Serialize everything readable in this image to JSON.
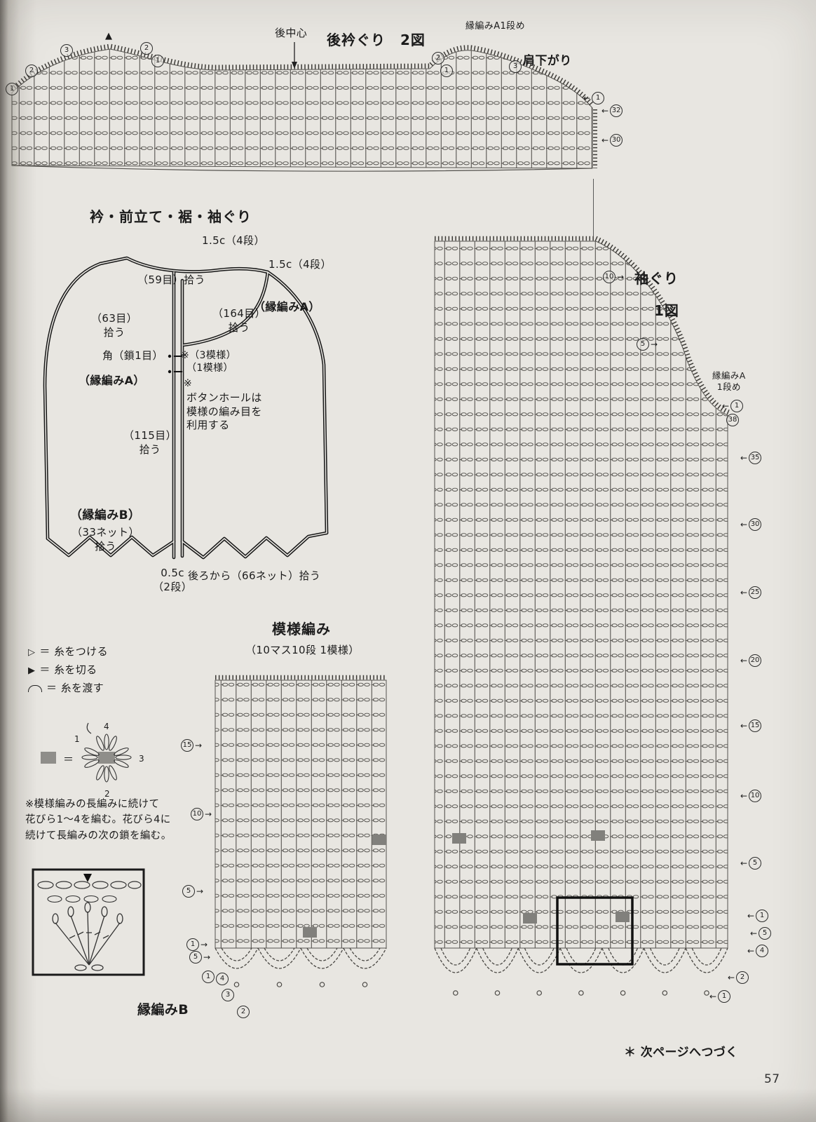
{
  "symbols": {
    "triangle": "▲",
    "arrow_left": "←",
    "arrow_right": "→",
    "attach": "▷",
    "cut": "▶"
  },
  "page": {
    "number": "57",
    "continue_note": "＊ 次ページへつづく"
  },
  "legend": {
    "attach_text": "＝ 糸をつける",
    "cut_text": "＝ 糸を切る",
    "carry_text": "＝ 糸を渡す"
  },
  "top_chart": {
    "center_label": "後中心",
    "title": "後衿ぐり　2図",
    "edge_label": "縁編みA1段め",
    "shoulder_label": "肩下がり",
    "marks": {
      "l1": "1",
      "l2": "2",
      "l3": "3",
      "ml1": "2",
      "ml2": "1",
      "mr1": "2",
      "mr2": "1",
      "sh": "3",
      "r1": "1",
      "r32": "32",
      "r30": "30"
    }
  },
  "schematic": {
    "title": "衿・前立て・裾・袖ぐり",
    "band_left": "1.5c（4段）",
    "band_right": "1.5c（4段）",
    "pick59": "（59目）拾う",
    "pick63a": "（63目）",
    "pick63b": "拾う",
    "pick164a": "（164目）",
    "pick164b": "拾う",
    "edge_a_right": "（縁編みA）",
    "edge_a_left": "（縁編みA）",
    "corner": "角（鎖1目）",
    "pat3": "※（3模様）",
    "pat1": "（1模様）",
    "kome": "※",
    "btn1": "ボタンホールは",
    "btn2": "模様の編み目を",
    "btn3": "利用する",
    "pick115a": "（115目）",
    "pick115b": "拾う",
    "edge_b": "（縁編みB）",
    "net33a": "（33ネット）",
    "net33b": "拾う",
    "hem1": "0.5c",
    "hem2": "（2段）",
    "back_pick": "後ろから（66ネット）拾う"
  },
  "right_chart": {
    "armhole": "袖ぐり",
    "figure": "1図",
    "edge1": "縁編みA",
    "edge2": "1段め",
    "t10": "10",
    "t5": "5",
    "r1": "1",
    "r38": "38",
    "rows": [
      "35",
      "30",
      "25",
      "20",
      "15",
      "10",
      "5"
    ],
    "b1": "1",
    "b2": "5",
    "b3": "4",
    "b4": "2",
    "b5": "1"
  },
  "swatch": {
    "title": "模様編み",
    "subtitle": "（10マス10段 1模様）",
    "r15": "15",
    "r10": "10",
    "r5": "5",
    "r1": "1",
    "r5b": "5",
    "b1": "1",
    "b4": "4",
    "b3": "3",
    "b2": "2"
  },
  "motif": {
    "eq": "＝",
    "n1": "1",
    "n2": "2",
    "n3": "3",
    "n4": "4",
    "note1": "※模様編みの長編みに続けて",
    "note2": "花びら1〜4を編む。花びら4に",
    "note3": "続けて長編みの次の鎖を編む。"
  },
  "edge_b_label": "縁編みB"
}
